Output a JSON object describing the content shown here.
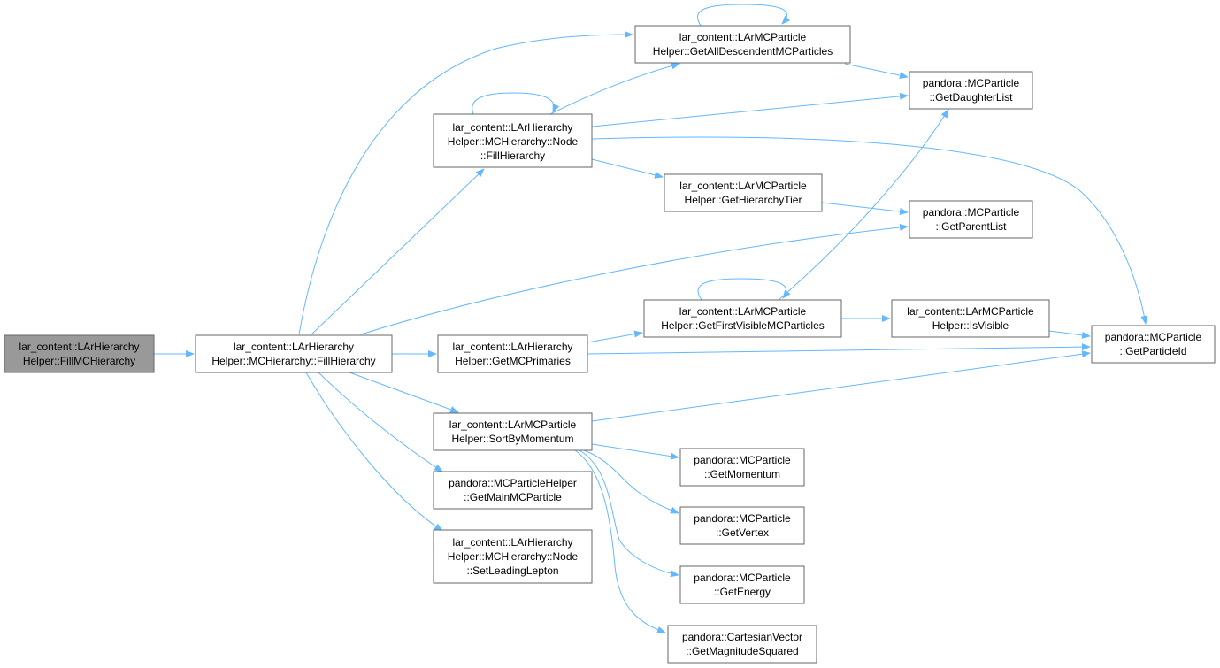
{
  "graph": {
    "colors": {
      "edge": "#63b8ff",
      "root_fill": "#999999",
      "node_fill": "#ffffff",
      "node_border": "#666666"
    },
    "nodes": {
      "fill_mc_hierarchy": {
        "lines": [
          "lar_content::LArHierarchy",
          "Helper::FillMCHierarchy"
        ]
      },
      "mchierarchy_fill_hierarchy": {
        "lines": [
          "lar_content::LArHierarchy",
          "Helper::MCHierarchy::FillHierarchy"
        ]
      },
      "get_all_descendent_mc_particles": {
        "lines": [
          "lar_content::LArMCParticle",
          "Helper::GetAllDescendentMCParticles"
        ]
      },
      "node_fill_hierarchy": {
        "lines": [
          "lar_content::LArHierarchy",
          "Helper::MCHierarchy::Node",
          "::FillHierarchy"
        ]
      },
      "get_daughter_list": {
        "lines": [
          "pandora::MCParticle",
          "::GetDaughterList"
        ]
      },
      "get_hierarchy_tier": {
        "lines": [
          "lar_content::LArMCParticle",
          "Helper::GetHierarchyTier"
        ]
      },
      "get_parent_list": {
        "lines": [
          "pandora::MCParticle",
          "::GetParentList"
        ]
      },
      "get_first_visible_mc_particles": {
        "lines": [
          "lar_content::LArMCParticle",
          "Helper::GetFirstVisibleMCParticles"
        ]
      },
      "is_visible": {
        "lines": [
          "lar_content::LArMCParticle",
          "Helper::IsVisible"
        ]
      },
      "get_mc_primaries": {
        "lines": [
          "lar_content::LArHierarchy",
          "Helper::GetMCPrimaries"
        ]
      },
      "get_particle_id": {
        "lines": [
          "pandora::MCParticle",
          "::GetParticleId"
        ]
      },
      "sort_by_momentum": {
        "lines": [
          "lar_content::LArMCParticle",
          "Helper::SortByMomentum"
        ]
      },
      "get_main_mc_particle": {
        "lines": [
          "pandora::MCParticleHelper",
          "::GetMainMCParticle"
        ]
      },
      "set_leading_lepton": {
        "lines": [
          "lar_content::LArHierarchy",
          "Helper::MCHierarchy::Node",
          "::SetLeadingLepton"
        ]
      },
      "get_momentum": {
        "lines": [
          "pandora::MCParticle",
          "::GetMomentum"
        ]
      },
      "get_vertex": {
        "lines": [
          "pandora::MCParticle",
          "::GetVertex"
        ]
      },
      "get_energy": {
        "lines": [
          "pandora::MCParticle",
          "::GetEnergy"
        ]
      },
      "get_magnitude_squared": {
        "lines": [
          "pandora::CartesianVector",
          "::GetMagnitudeSquared"
        ]
      }
    }
  }
}
